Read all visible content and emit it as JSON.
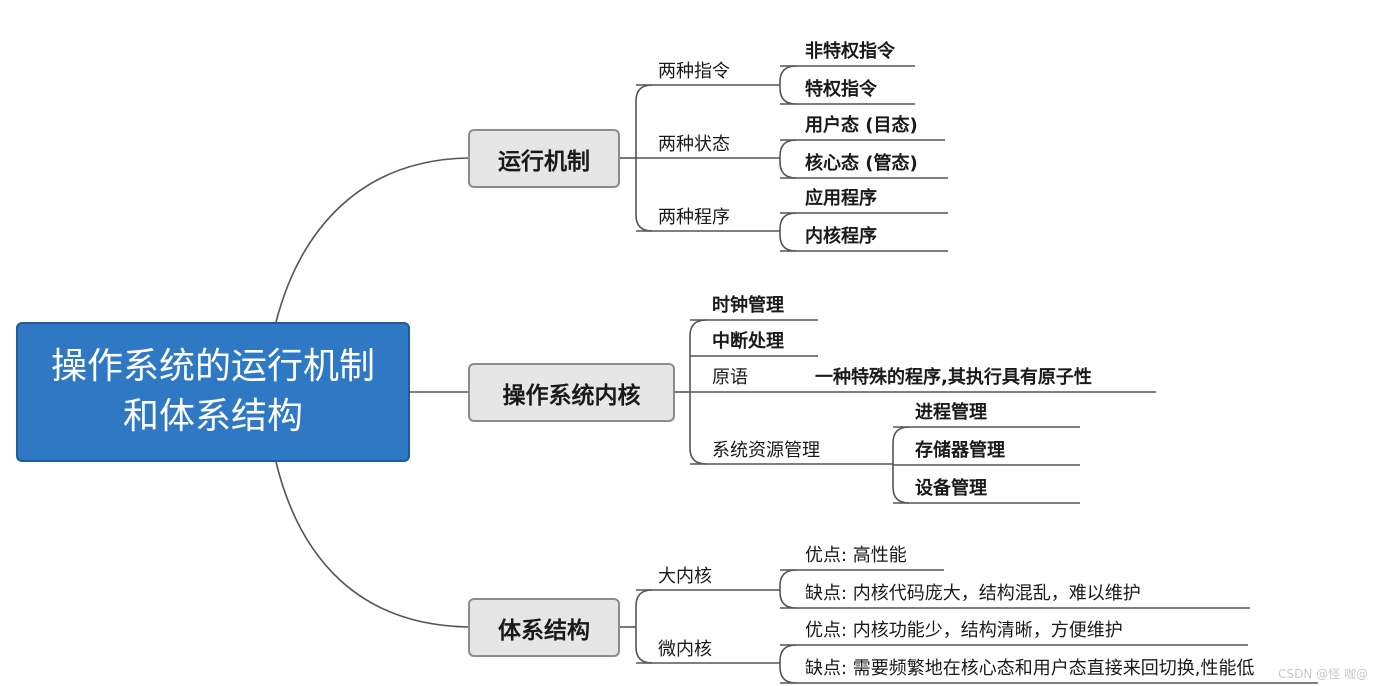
{
  "root": {
    "title": "操作系统的运行机制和体系结构"
  },
  "branches": {
    "b1": {
      "label": "运行机制",
      "items": {
        "instr": {
          "label": "两种指令",
          "subs": [
            "非特权指令",
            "特权指令"
          ]
        },
        "state": {
          "label": "两种状态",
          "subs": [
            "用户态 (目态)",
            "核心态 (管态)"
          ]
        },
        "prog": {
          "label": "两种程序",
          "subs": [
            "应用程序",
            "内核程序"
          ]
        }
      }
    },
    "b2": {
      "label": "操作系统内核",
      "items": {
        "clock": {
          "label": "时钟管理"
        },
        "intr": {
          "label": "中断处理"
        },
        "prim": {
          "label": "原语",
          "note": "一种特殊的程序,其执行具有原子性"
        },
        "res": {
          "label": "系统资源管理",
          "subs": [
            "进程管理",
            "存储器管理",
            "设备管理"
          ]
        }
      }
    },
    "b3": {
      "label": "体系结构",
      "items": {
        "macro": {
          "label": "大内核",
          "subs": [
            "优点: 高性能",
            "缺点: 内核代码庞大，结构混乱，难以维护"
          ]
        },
        "micro": {
          "label": "微内核",
          "subs": [
            "优点: 内核功能少，结构清晰，方便维护",
            "缺点: 需要频繁地在核心态和用户态直接来回切换,性能低"
          ]
        }
      }
    }
  },
  "watermark": "CSDN @怪 咖@",
  "colors": {
    "root_fill": "#2e78c4",
    "box_fill": "#e6e6e6",
    "line": "#555555"
  }
}
